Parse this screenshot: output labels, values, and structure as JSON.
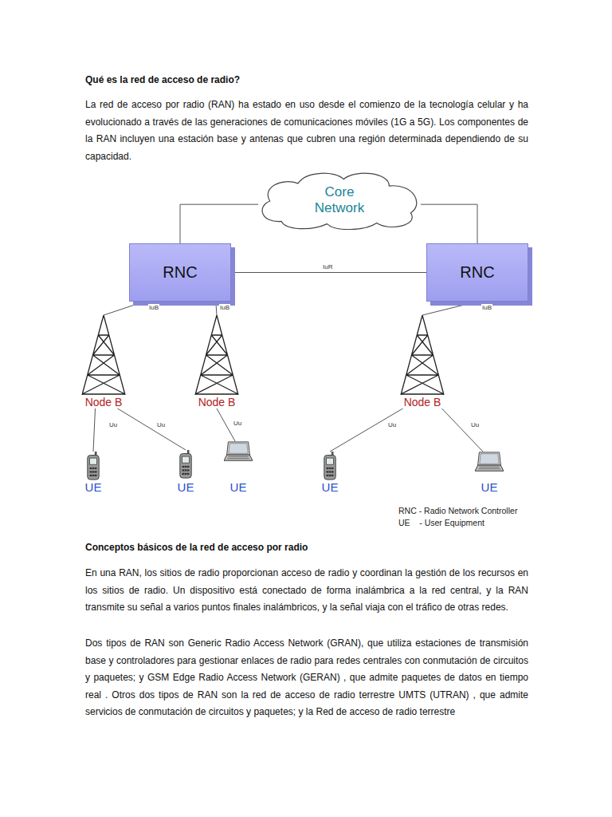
{
  "diagram": {
    "title": "Qué es la red de acceso de radio?",
    "nodes": [
      {
        "text": [
          "Core Network"
        ]
      },
      {
        "text": [
          "RNC"
        ]
      },
      {
        "text": [
          "RNC"
        ]
      },
      {
        "text": [
          "Node B"
        ]
      },
      {
        "text": [
          "Node B"
        ]
      },
      {
        "text": [
          "Node B"
        ]
      },
      {
        "text": [
          "UE"
        ]
      },
      {
        "text": [
          "UE"
        ]
      },
      {
        "text": [
          "UE"
        ]
      },
      {
        "text": [
          "UE"
        ]
      },
      {
        "text": [
          "UE"
        ]
      }
    ],
    "edges": [
      {
        "from": 0,
        "to": 1,
        "arrow": "none"
      },
      {
        "from": 0,
        "to": 2,
        "arrow": "none"
      },
      {
        "from": 1,
        "to": 2,
        "label": "IuR",
        "arrow": "none"
      },
      {
        "from": 1,
        "to": 3,
        "label": "IuB",
        "arrow": "none"
      },
      {
        "from": 1,
        "to": 4,
        "label": "IuB",
        "arrow": "none"
      },
      {
        "from": 2,
        "to": 5,
        "label": "IuB",
        "arrow": "none"
      },
      {
        "from": 3,
        "to": 6,
        "label": "Uu",
        "arrow": "none"
      },
      {
        "from": 3,
        "to": 7,
        "label": "Uu",
        "arrow": "none"
      },
      {
        "from": 4,
        "to": 8,
        "label": "Uu",
        "arrow": "none"
      },
      {
        "from": 5,
        "to": 9,
        "label": "Uu",
        "arrow": "none"
      },
      {
        "from": 5,
        "to": 10,
        "label": "Uu",
        "arrow": "none"
      }
    ],
    "labels": [
      "La red de acceso por radio (RAN) ha estado en uso desde el comienzo de la tecnología celular y ha evolucionado a través de las generaciones de comunicaciones móviles (1G a 5G). Los componentes de la RAN incluyen una estación base y antenas que cubren una región determinada dependiendo de su capacidad.",
      "RNC - Radio Network Controller",
      "UE    - User Equipment",
      "Conceptos básicos de la red de acceso por radio",
      "En una RAN, los sitios de radio proporcionan acceso de radio y coordinan la gestión de los recursos en los sitios de radio. Un dispositivo está conectado de forma inalámbrica a la red central, y la RAN transmite su señal a varios puntos finales inalámbricos, y la señal viaja con el tráfico de otras redes.",
      "Dos tipos de RAN son Generic Radio Access Network (GRAN), que utiliza estaciones de transmisión base y controladores para gestionar enlaces de radio para redes centrales con conmutación de circuitos y paquetes; y GSM Edge Radio Access Network (GERAN) , que admite paquetes de datos en tiempo real . Otros dos tipos de RAN son la red de acceso de radio terrestre UMTS (UTRAN) , que admite servicios de conmutación de circuitos y paquetes; y la Red de acceso de radio terrestre"
    ]
  }
}
